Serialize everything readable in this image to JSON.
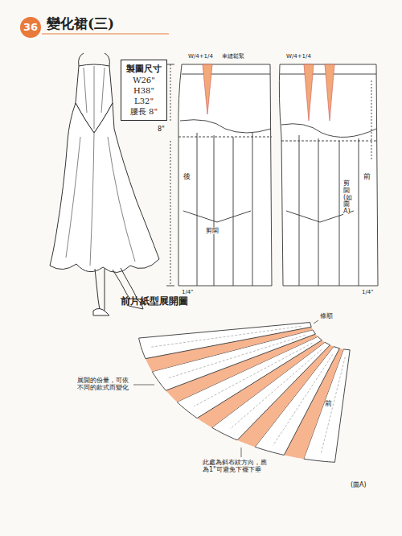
{
  "diagram": {
    "title": "變化裙(三)",
    "nodes": [
      {
        "text": [
          "36"
        ]
      },
      {
        "text": [
          "製圖尺寸",
          "W26\"",
          "H38\"",
          "L32\"",
          "腰長 8\""
        ]
      }
    ],
    "labels": [
      "W/4+1/4",
      "車縫鬆緊",
      "W/4+1/4",
      "8\"",
      "後",
      "剪開",
      "前",
      "剪開 (如圖A)",
      "1/4\"",
      "1/4\"",
      "前片紙型展開圖",
      "修順",
      "展開的份量，可依不同的款式而變化",
      "前",
      "此處為斜布紋方向，應為1\"可避免下襬下垂",
      "(圖A)"
    ]
  }
}
